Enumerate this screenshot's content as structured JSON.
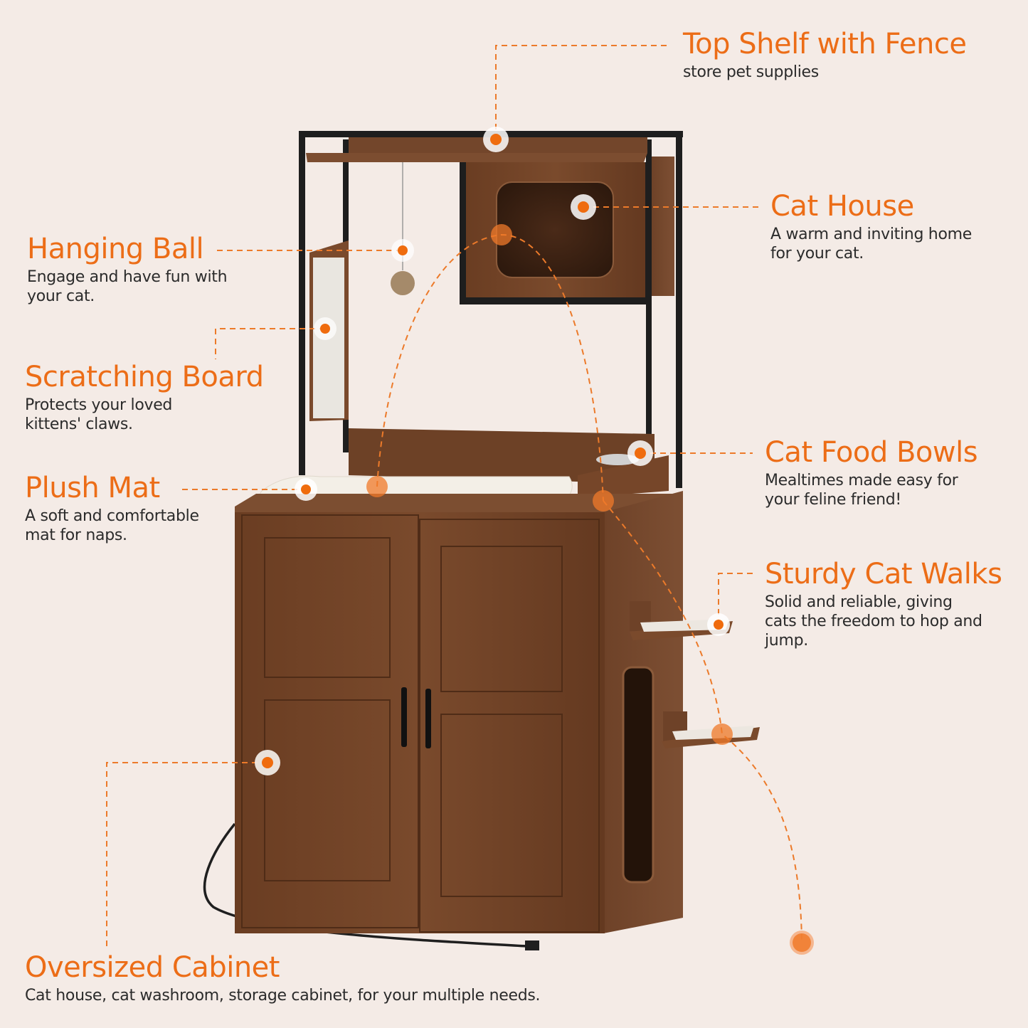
{
  "colors": {
    "background": "#f4ebe6",
    "accent": "#ec6d17",
    "text": "#2b2b2b",
    "wood": "#6b3f24",
    "metal": "#1e1e1e"
  },
  "features": {
    "top_shelf": {
      "title": "Top Shelf with Fence",
      "desc_lines": [
        "store pet supplies"
      ]
    },
    "cat_house": {
      "title": "Cat House",
      "desc_lines": [
        "A warm and inviting home",
        "for your cat."
      ]
    },
    "hanging_ball": {
      "title": "Hanging Ball",
      "desc_lines": [
        "Engage and have fun with",
        "your cat."
      ]
    },
    "scratching_board": {
      "title": "Scratching Board",
      "desc_lines": [
        "Protects your loved",
        "kittens' claws."
      ]
    },
    "cat_food_bowls": {
      "title": "Cat Food Bowls",
      "desc_lines": [
        "Mealtimes made easy for",
        "your feline friend!"
      ]
    },
    "plush_mat": {
      "title": "Plush Mat",
      "desc_lines": [
        "A soft and comfortable",
        "mat for naps."
      ]
    },
    "cat_walks": {
      "title": "Sturdy Cat Walks",
      "desc_lines": [
        "Solid and reliable, giving",
        "cats the freedom to hop and",
        "jump."
      ]
    },
    "cabinet": {
      "title": "Oversized Cabinet",
      "desc_lines": [
        "Cat house, cat washroom, storage cabinet, for your multiple needs."
      ]
    }
  }
}
